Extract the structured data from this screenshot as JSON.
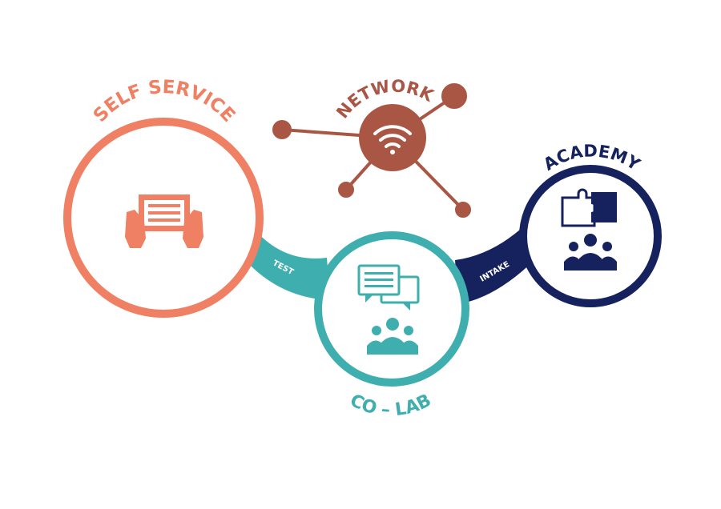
{
  "colors": {
    "self_service": "#ef8063",
    "network": "#a95645",
    "co_lab": "#3faeae",
    "academy": "#15225e"
  },
  "nodes": {
    "self_service": {
      "label": "SELF SERVICE",
      "icon": "tablet-hands-icon"
    },
    "network": {
      "label": "NETWORK",
      "icon": "wifi-icon"
    },
    "co_lab": {
      "label": "CO – LAB",
      "icon": "chat-group-icon"
    },
    "academy": {
      "label": "ACADEMY",
      "icon": "puzzle-group-icon"
    }
  },
  "connectors": {
    "test": "TEST",
    "intake": "INTAKE"
  }
}
